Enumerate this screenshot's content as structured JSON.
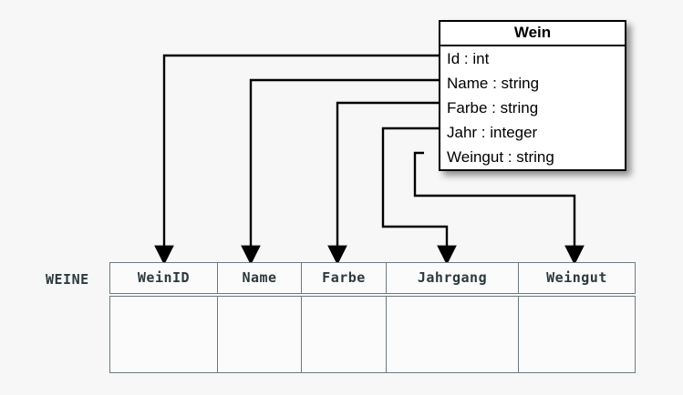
{
  "diagram": {
    "background_color": "#f7f7f7",
    "line_color": "#000000"
  },
  "uml_class": {
    "name": "Wein",
    "attributes": [
      {
        "label": "Id : int",
        "name": "Id",
        "type": "int"
      },
      {
        "label": "Name : string",
        "name": "Name",
        "type": "string"
      },
      {
        "label": "Farbe : string",
        "name": "Farbe",
        "type": "string"
      },
      {
        "label": "Jahr : integer",
        "name": "Jahr",
        "type": "integer"
      },
      {
        "label": "Weingut : string",
        "name": "Weingut",
        "type": "string"
      }
    ]
  },
  "relational_table": {
    "label": "WEINE",
    "text_color": "#2b3a3f",
    "border_color": "#6d7b80",
    "columns": [
      {
        "label": "WeinID"
      },
      {
        "label": "Name"
      },
      {
        "label": "Farbe"
      },
      {
        "label": "Jahrgang"
      },
      {
        "label": "Weingut"
      }
    ],
    "rows": [
      [
        "",
        "",
        "",
        "",
        ""
      ]
    ]
  },
  "mappings": [
    {
      "from": "Id",
      "to": "WeinID"
    },
    {
      "from": "Name",
      "to": "Name"
    },
    {
      "from": "Farbe",
      "to": "Farbe"
    },
    {
      "from": "Jahr",
      "to": "Jahrgang"
    },
    {
      "from": "Weingut",
      "to": "Weingut"
    }
  ]
}
